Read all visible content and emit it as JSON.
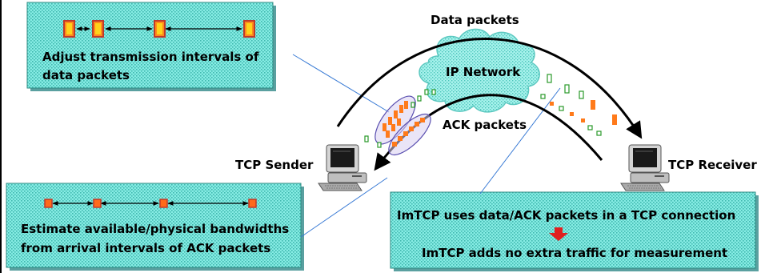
{
  "labels": {
    "data_packets": "Data packets",
    "ip_network": "IP Network",
    "ack_packets": "ACK packets",
    "tcp_sender": "TCP Sender",
    "tcp_receiver": "TCP Receiver"
  },
  "boxes": {
    "adjust": {
      "line1": "Adjust transmission intervals of",
      "line2": "data packets"
    },
    "estimate": {
      "line1": "Estimate available/physical bandwidths",
      "line2": "from arrival intervals of ACK packets"
    },
    "imtcp": {
      "line1": "ImTCP uses data/ACK packets in a TCP connection",
      "line2": "ImTCP adds no extra traffic for measurement"
    }
  },
  "colors": {
    "box_fill": "#7fe8e0",
    "data_packet": "#ff7a1a",
    "data_packet_border": "#c0392b",
    "ack_packet": "#44c044",
    "callout_line": "#3a7bd5",
    "down_arrow": "#e02020"
  }
}
